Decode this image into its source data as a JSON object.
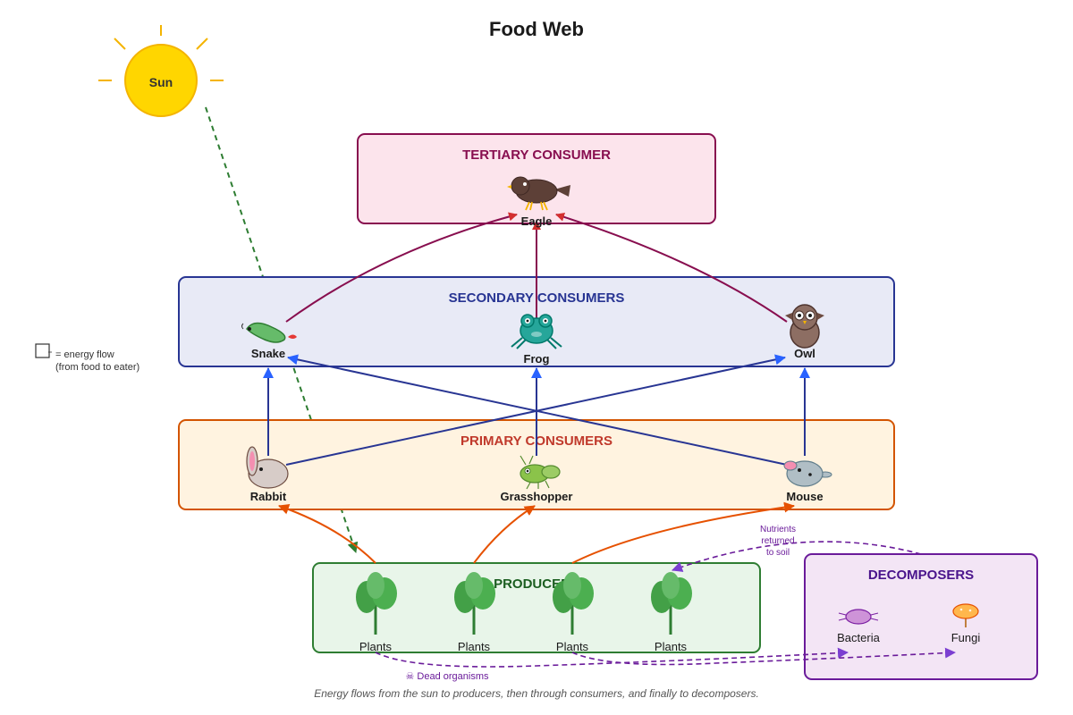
{
  "title": "Food Web",
  "sun": {
    "label": "Sun"
  },
  "trophic_levels": {
    "tertiary": {
      "title": "TERTIARY CONSUMER",
      "organisms": [
        "Eagle"
      ]
    },
    "secondary": {
      "title": "SECONDARY CONSUMERS",
      "organisms": [
        "Snake",
        "Frog",
        "Owl"
      ]
    },
    "primary": {
      "title": "PRIMARY CONSUMERS",
      "organisms": [
        "Rabbit",
        "Grasshopper",
        "Mouse"
      ]
    },
    "producers": {
      "title": "PRODUCERS",
      "organisms": [
        "Plants",
        "Plants",
        "Plants",
        "Plants"
      ]
    },
    "decomposers": {
      "title": "DECOMPOSERS",
      "organisms": [
        "Bacteria",
        "Fungi"
      ]
    }
  },
  "legend": {
    "line1": "= energy flow",
    "line2": "(from food to eater)"
  },
  "annotations": {
    "nutrients": [
      "Nutrients",
      "returned",
      "to soil"
    ],
    "dead_organisms": "☠ Dead organisms"
  },
  "caption": "Energy flows from the sun to producers, then through consumers, and finally to decomposers.",
  "colors": {
    "tertiary_fill": "#fce4ec",
    "tertiary_stroke": "#880e4f",
    "secondary_fill": "#e8eaf6",
    "secondary_stroke": "#283593",
    "primary_fill": "#fff3e0",
    "primary_stroke": "#d35400",
    "producer_fill": "#e8f5e9",
    "producer_stroke": "#2e7d32",
    "decomposer_fill": "#f3e5f5",
    "decomposer_stroke": "#6a1b9a",
    "sun": "#ffd600"
  }
}
